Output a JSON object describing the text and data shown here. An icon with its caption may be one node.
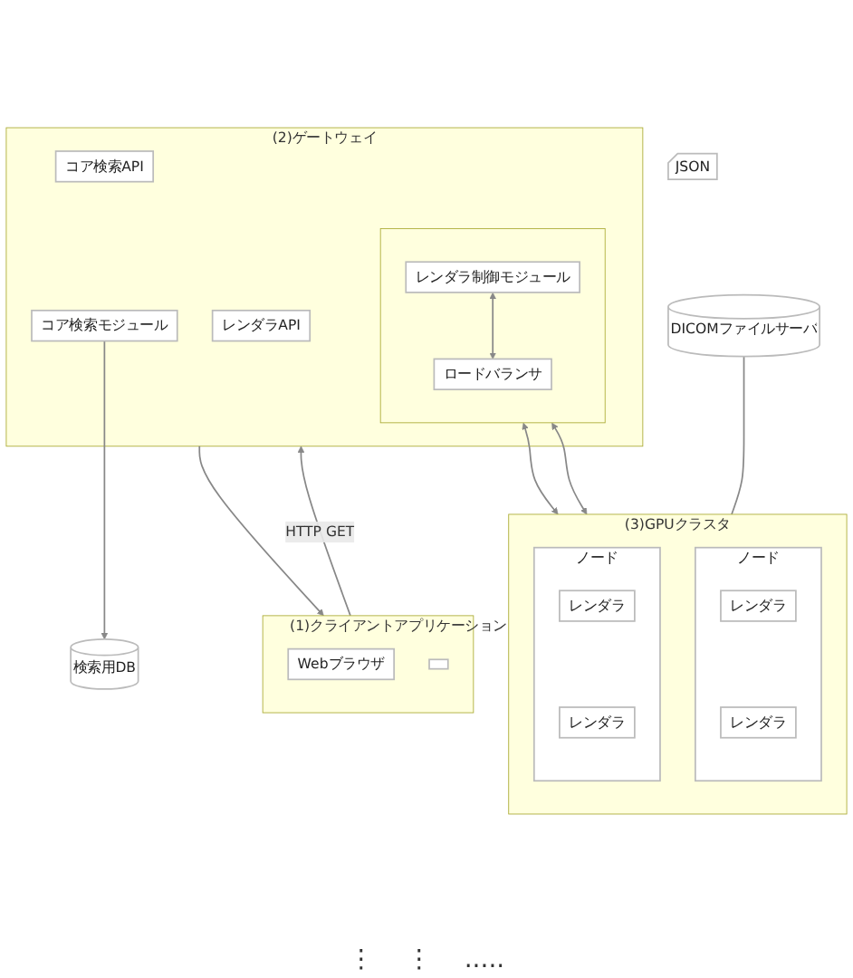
{
  "diagram": {
    "nodes": [
      {
        "text": [
          "(1)クライアントアプリケーション"
        ]
      },
      {
        "text": [
          "Webブラウザ"
        ],
        "in": 0
      },
      {
        "text": [],
        "shape": "box",
        "in": 0
      },
      {
        "text": [
          "JSON"
        ]
      },
      {
        "text": [
          "(2)ゲートウェイ"
        ]
      },
      {
        "text": [
          "レンダラAPI"
        ],
        "in": 4
      },
      {
        "text": [
          "コア検索API"
        ],
        "in": 4
      },
      {
        "text": [],
        "shape": "box",
        "in": 4
      },
      {
        "text": [
          "レンダラ制御モジュール"
        ],
        "in": 7
      },
      {
        "text": [
          "ロードバランサ"
        ],
        "in": 7
      },
      {
        "text": [
          "コア検索モジュール"
        ],
        "in": 4
      },
      {
        "text": [
          "DICOMファイルサーバ"
        ]
      },
      {
        "text": [
          "検索用DB"
        ]
      },
      {
        "text": [
          "(3)GPUクラスタ"
        ]
      },
      {
        "text": [
          "ノード"
        ],
        "in": 13
      },
      {
        "text": [
          "レンダラ"
        ],
        "in": 14
      },
      {
        "text": [
          "レンダラ"
        ],
        "in": 14
      },
      {
        "text": [
          "ノード"
        ],
        "in": 13
      },
      {
        "text": [
          "レンダラ"
        ],
        "in": 17
      },
      {
        "text": [
          "レンダラ"
        ],
        "in": 17
      }
    ],
    "edges": [
      {
        "from": 0,
        "to": 4,
        "arrow": "to",
        "label": "HTTP GET"
      },
      {
        "from": 4,
        "to": 0,
        "arrow": "to"
      },
      {
        "from": 8,
        "to": 9,
        "arrow": "both"
      },
      {
        "from": 7,
        "to": 13,
        "arrow": "both"
      },
      {
        "from": 7,
        "to": 13,
        "arrow": "both"
      },
      {
        "from": 10,
        "to": 12,
        "arrow": "to"
      },
      {
        "from": 11,
        "to": 13,
        "arrow": "none"
      }
    ],
    "labels": [
      "⋮",
      "⋮",
      "....."
    ]
  }
}
